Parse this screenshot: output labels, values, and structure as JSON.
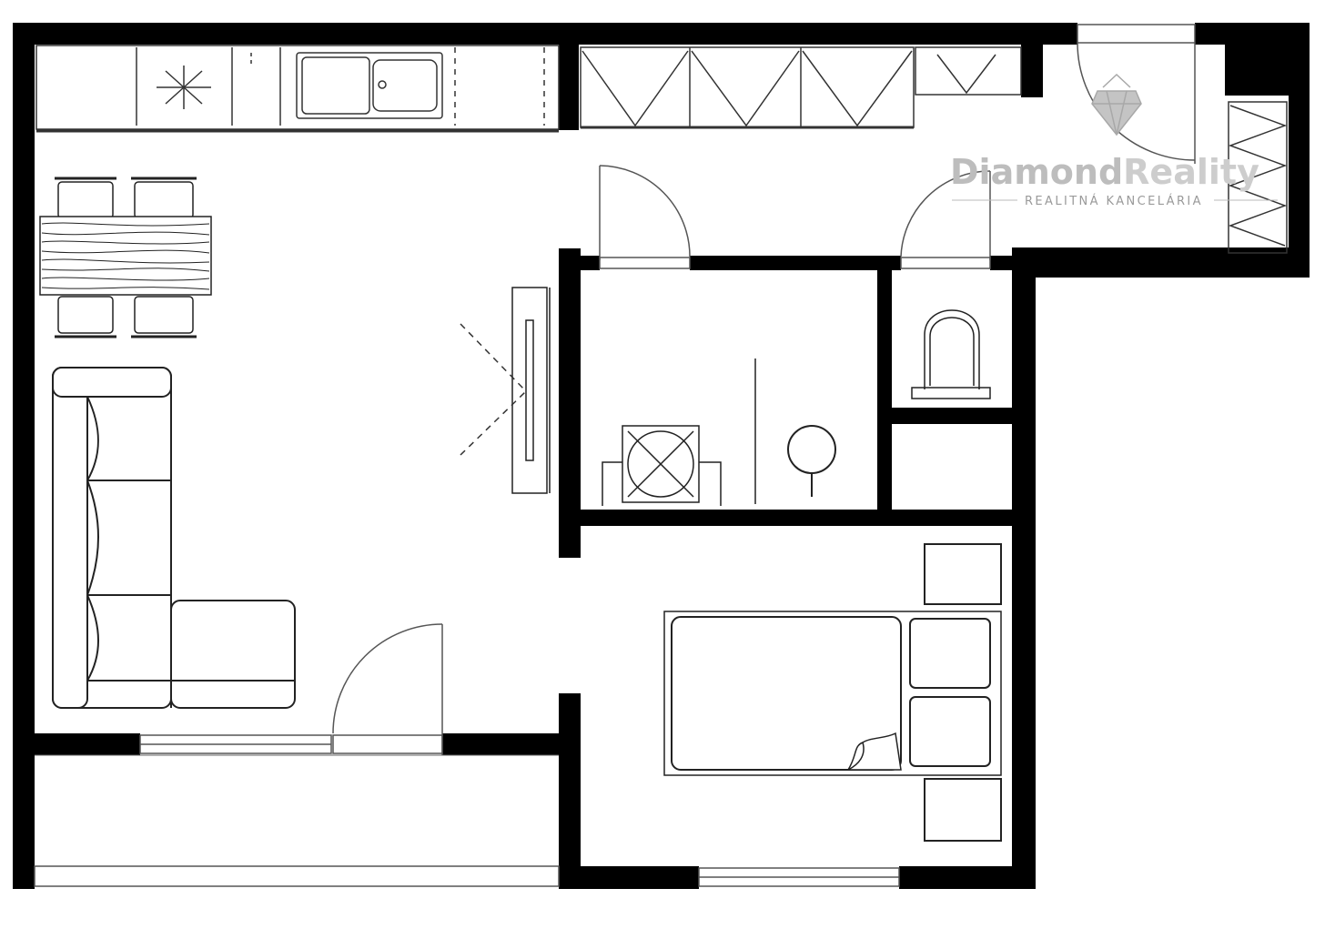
{
  "watermark": {
    "brand_part1": "Diamond",
    "brand_part2": "Reality",
    "tagline": "REALITNÁ KANCELÁRIA",
    "logo_icon": "diamond-icon",
    "color": "#bdbdbd"
  },
  "colors": {
    "wall": "#000000",
    "line": "#222222",
    "background": "#ffffff"
  }
}
